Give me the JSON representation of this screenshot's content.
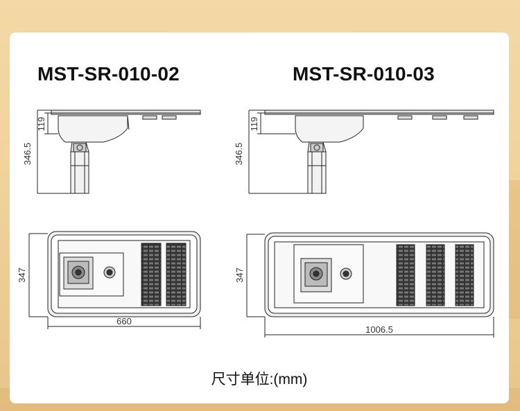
{
  "models": [
    {
      "title": "MST-SR-010-02",
      "side_height_total": "346.5",
      "side_height_head": "119",
      "top_height": "347",
      "top_width": "660"
    },
    {
      "title": "MST-SR-010-03",
      "side_height_total": "346.5",
      "side_height_head": "119",
      "top_height": "347",
      "top_width": "1006.5"
    }
  ],
  "unit_note": "尺寸单位:(mm)",
  "colors": {
    "background": "#f1d39c",
    "card": "#ffffff",
    "line": "#222222"
  }
}
